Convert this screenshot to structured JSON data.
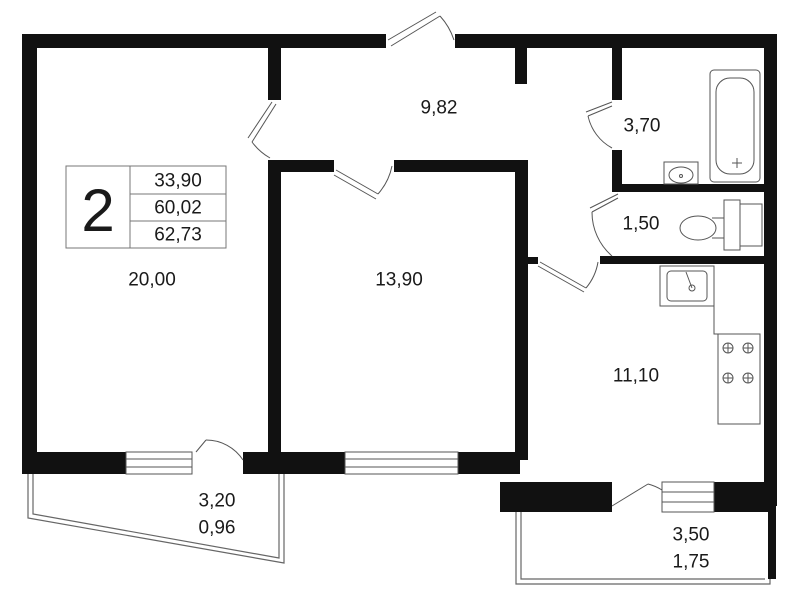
{
  "apartment": {
    "rooms_count": "2",
    "areas": [
      "33,90",
      "60,02",
      "62,73"
    ]
  },
  "rooms": {
    "living_room": "20,00",
    "bedroom": "13,90",
    "hallway": "9,82",
    "bathroom": "3,70",
    "toilet": "1,50",
    "kitchen": "11,10"
  },
  "balconies": {
    "left": {
      "area": "3,20",
      "reduced": "0,96"
    },
    "right": {
      "area": "3,50",
      "reduced": "1,75"
    }
  },
  "colors": {
    "wall": "#111111",
    "line": "#666666"
  }
}
